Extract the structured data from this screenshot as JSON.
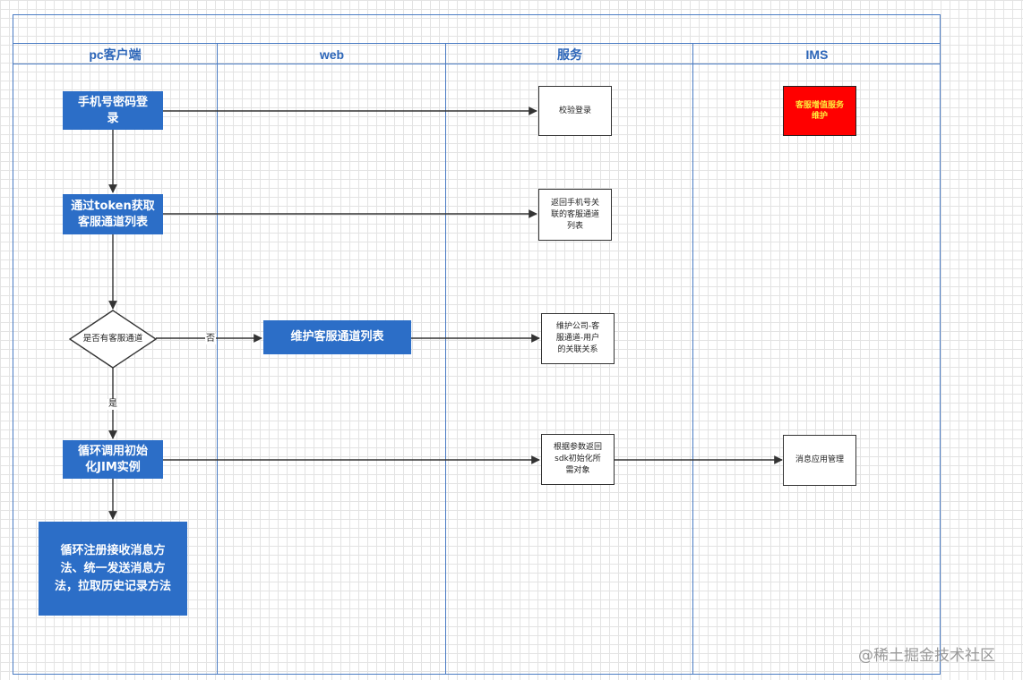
{
  "lanes": [
    "pc客户端",
    "web",
    "服务",
    "IMS"
  ],
  "pc": {
    "login": "手机号密码登\n录",
    "get_channels": "通过token获取\n客服通道列表",
    "decision": "是否有客服通道",
    "init_jim": "循环调用初始\n化JIM实例",
    "register": "循环注册接收消息方\n法、统一发送消息方\n法，拉取历史记录方法"
  },
  "web": {
    "maintain": "维护客服通道列表"
  },
  "service": {
    "verify": "校验登录",
    "return_channels": "返回手机号关\n联的客服通道\n列表",
    "maintain_relation": "维护公司-客\n服通道-用户\n的关联关系",
    "return_sdk": "根据参数返回\nsdk初始化所\n需对象"
  },
  "ims": {
    "value_added": "客服增值服务\n维护",
    "app_manage": "消息应用管理"
  },
  "edge_labels": {
    "no": "否",
    "yes": "是"
  },
  "watermark": "@稀土掘金技术社区",
  "colors": {
    "process": "#2c6ec7",
    "lane": "#4a7bc3",
    "alert": "#ff0000",
    "alert_text": "#ffeb3b"
  }
}
